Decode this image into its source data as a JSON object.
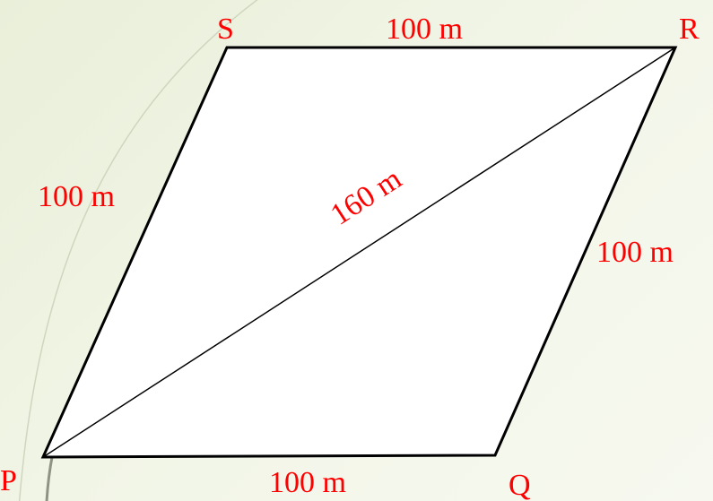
{
  "diagram": {
    "vertices": {
      "P": "P",
      "Q": "Q",
      "R": "R",
      "S": "S"
    },
    "sides": {
      "SR": "100 m",
      "PS": "100 m",
      "QR": "100 m",
      "PQ": "100 m"
    },
    "diagonal_PR": "160 m",
    "colors": {
      "label": "#ff0000",
      "stroke": "#000000",
      "fill": "#ffffff"
    }
  }
}
